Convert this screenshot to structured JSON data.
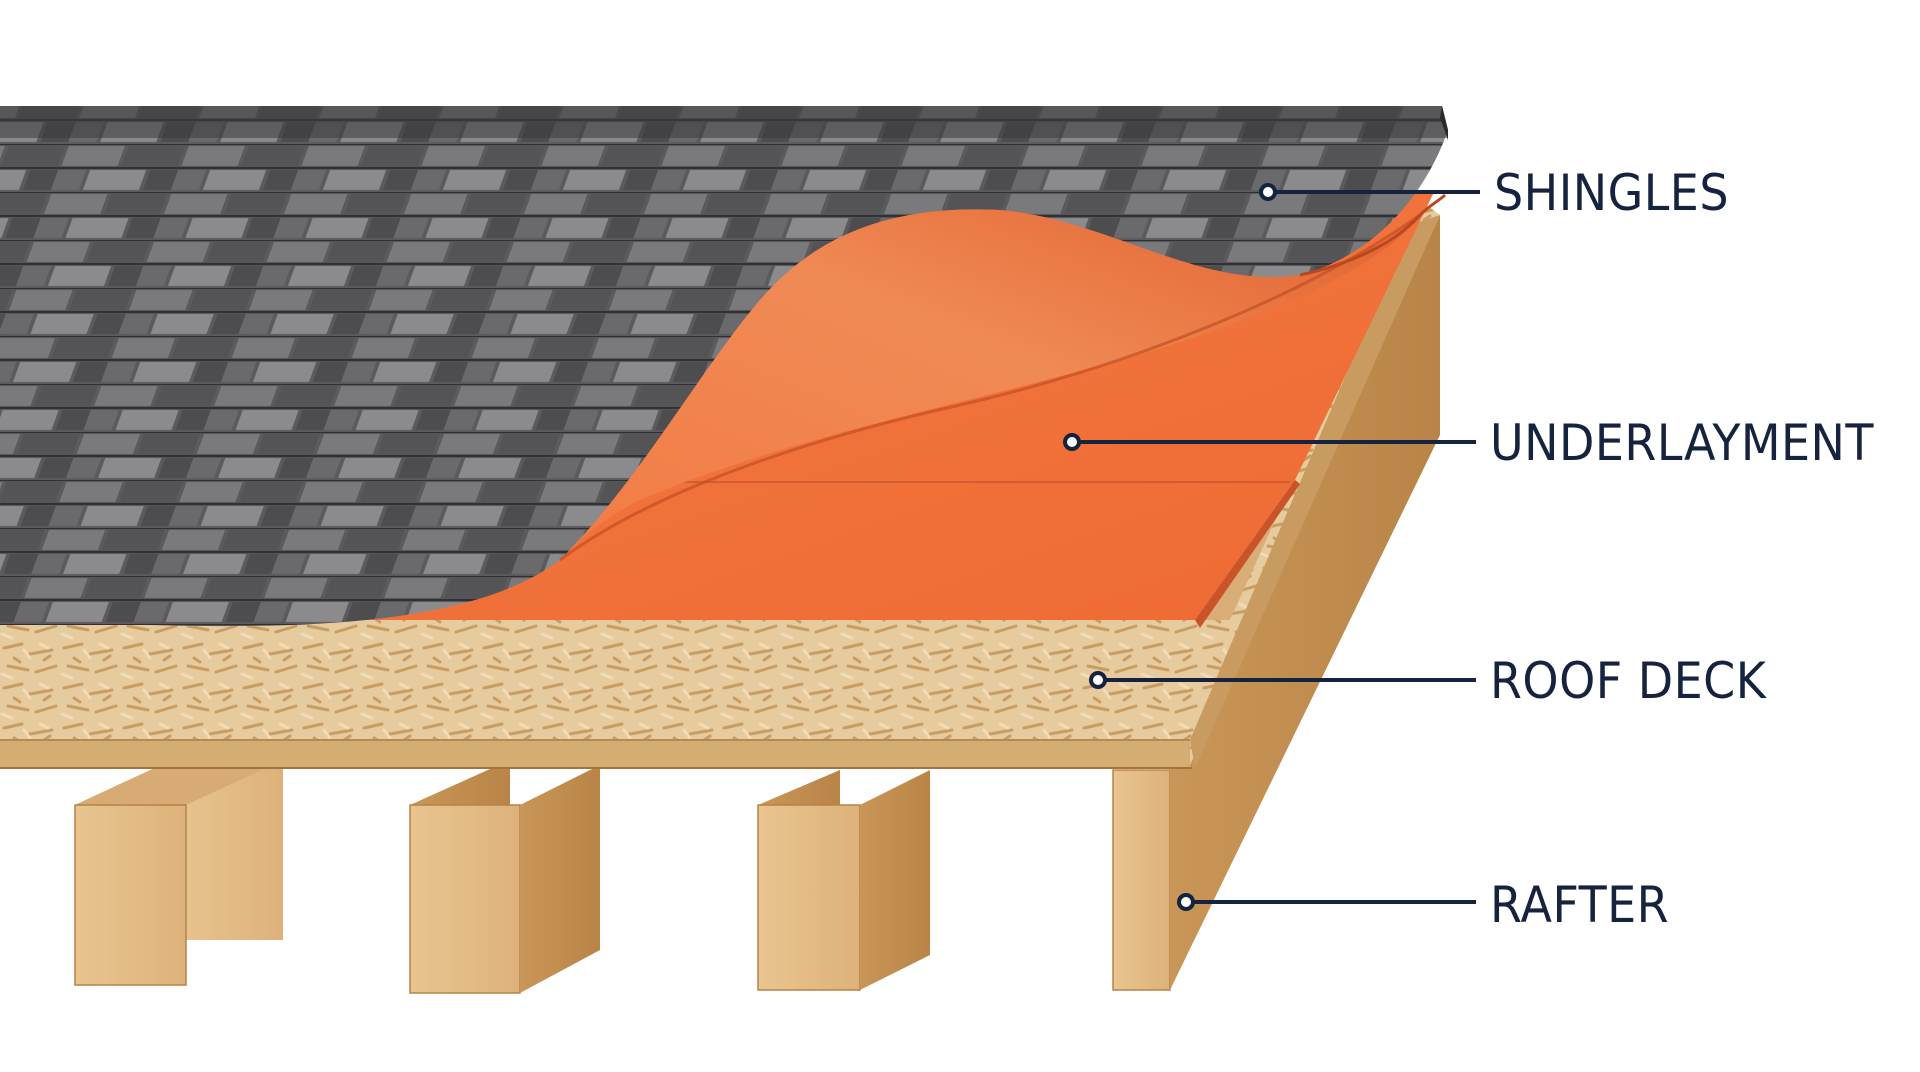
{
  "labels": {
    "shingles": "SHINGLES",
    "underlayment": "UNDERLAYMENT",
    "roof_deck": "ROOF DECK",
    "rafter": "RAFTER"
  },
  "colors": {
    "label_text": "#15233f",
    "leader_line": "#15233f",
    "shingle_dark": "#4a4a4c",
    "shingle_mid": "#6b6b6e",
    "shingle_light": "#8d8d90",
    "underlayment": "#f0703a",
    "underlayment_shadow": "#c9542a",
    "osb": "#e4c79a",
    "osb_edge": "#cfa86f",
    "rafter_face": "#e8c08a",
    "rafter_side": "#c9965c",
    "background": "#ffffff"
  }
}
